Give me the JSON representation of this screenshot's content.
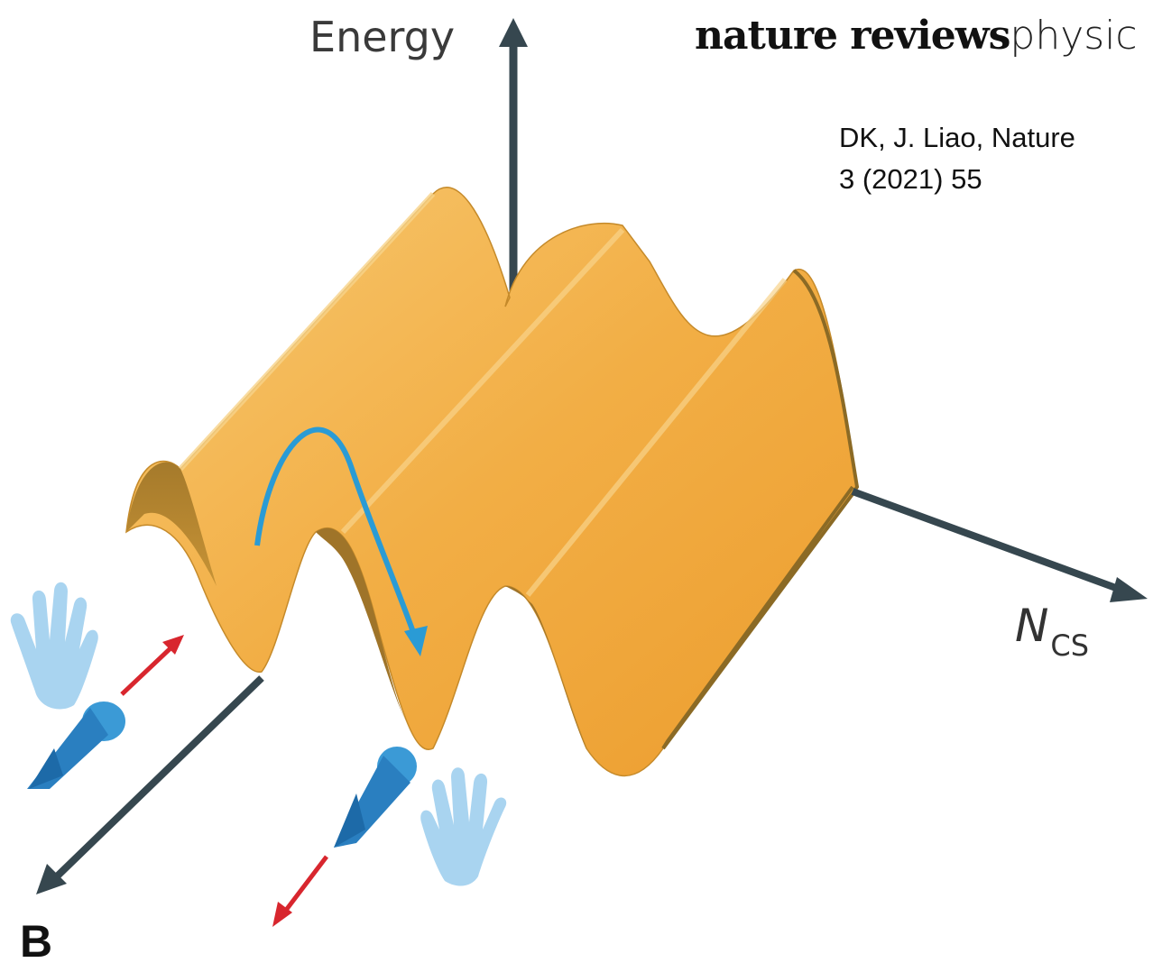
{
  "labels": {
    "energy_axis": "Energy",
    "ncs_axis_main": "N",
    "ncs_axis_sub": "CS",
    "b_axis": "B"
  },
  "journal": {
    "bold": "nature reviews",
    "light": "physic"
  },
  "citation": "DK, J. Liao, Nature\n3 (2021) 55",
  "colors": {
    "sheet_light": "#f7c46a",
    "sheet_mid": "#f0a53a",
    "sheet_dark": "#c98a2a",
    "axis": "#36474f",
    "arrow_blue": "#2a9bd5",
    "arrow_red": "#d8262e",
    "hand": "#a9d4f0",
    "quark": "#2f8fd0"
  },
  "icons": [
    "left-hand-icon",
    "right-hand-icon",
    "quark-left-icon",
    "quark-right-icon"
  ]
}
